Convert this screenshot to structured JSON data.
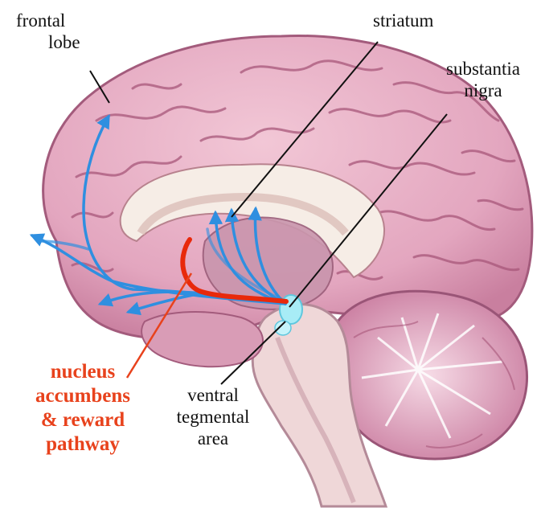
{
  "labels": {
    "frontal_lobe": [
      "frontal",
      "lobe"
    ],
    "striatum": "striatum",
    "substantia_nigra": [
      "substantia",
      "nigra"
    ],
    "ventral_tegmental_area": [
      "ventral",
      "tegmental",
      "area"
    ],
    "nucleus_accumbens": [
      "nucleus",
      "accumbens",
      "& reward",
      "pathway"
    ]
  },
  "colors": {
    "cortex": "#e6aec3",
    "cortex_shadow": "#b96a8c",
    "gyrus_line": "#a8577a",
    "inner_pale": "#f6ede6",
    "cerebellum": "#d894b3",
    "brainstem": "#efd7d8",
    "pathway_blue": "#2f8fe0",
    "pathway_red": "#e8290b",
    "vta_cyan": "#a8ecf6",
    "label_red": "#e8421c",
    "pointer_line": "#111111"
  }
}
